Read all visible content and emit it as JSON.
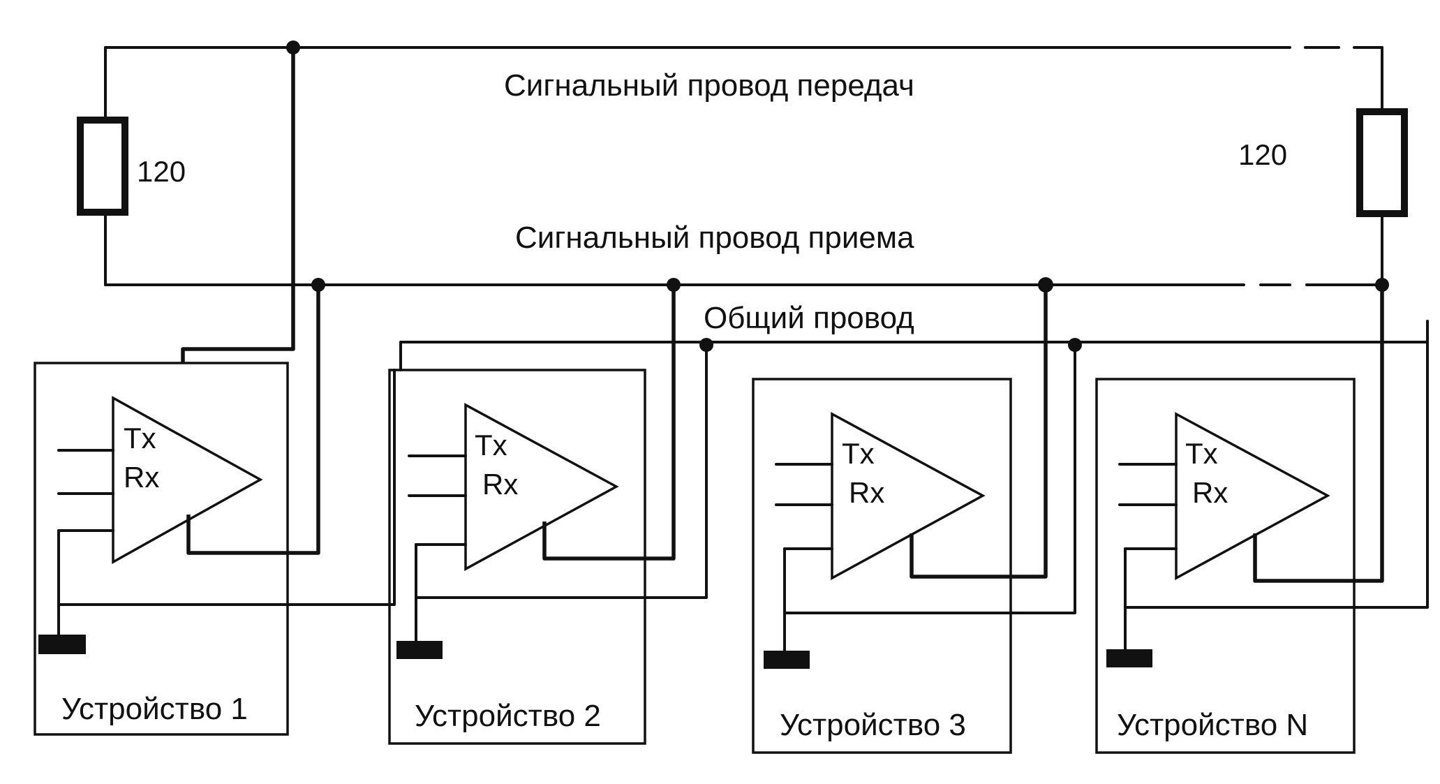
{
  "bus": {
    "tx_label": "Сигнальный провод передач",
    "rx_label": "Сигнальный провод приема",
    "common_label": "Общий провод"
  },
  "terminators": {
    "left_value": "120",
    "right_value": "120"
  },
  "devices": [
    {
      "label": "Устройство 1",
      "tx": "Tx",
      "rx": "Rx"
    },
    {
      "label": "Устройство 2",
      "tx": "Tx",
      "rx": "Rx"
    },
    {
      "label": "Устройство 3",
      "tx": "Tx",
      "rx": "Rx"
    },
    {
      "label": "Устройство N",
      "tx": "Tx",
      "rx": "Rx"
    }
  ]
}
